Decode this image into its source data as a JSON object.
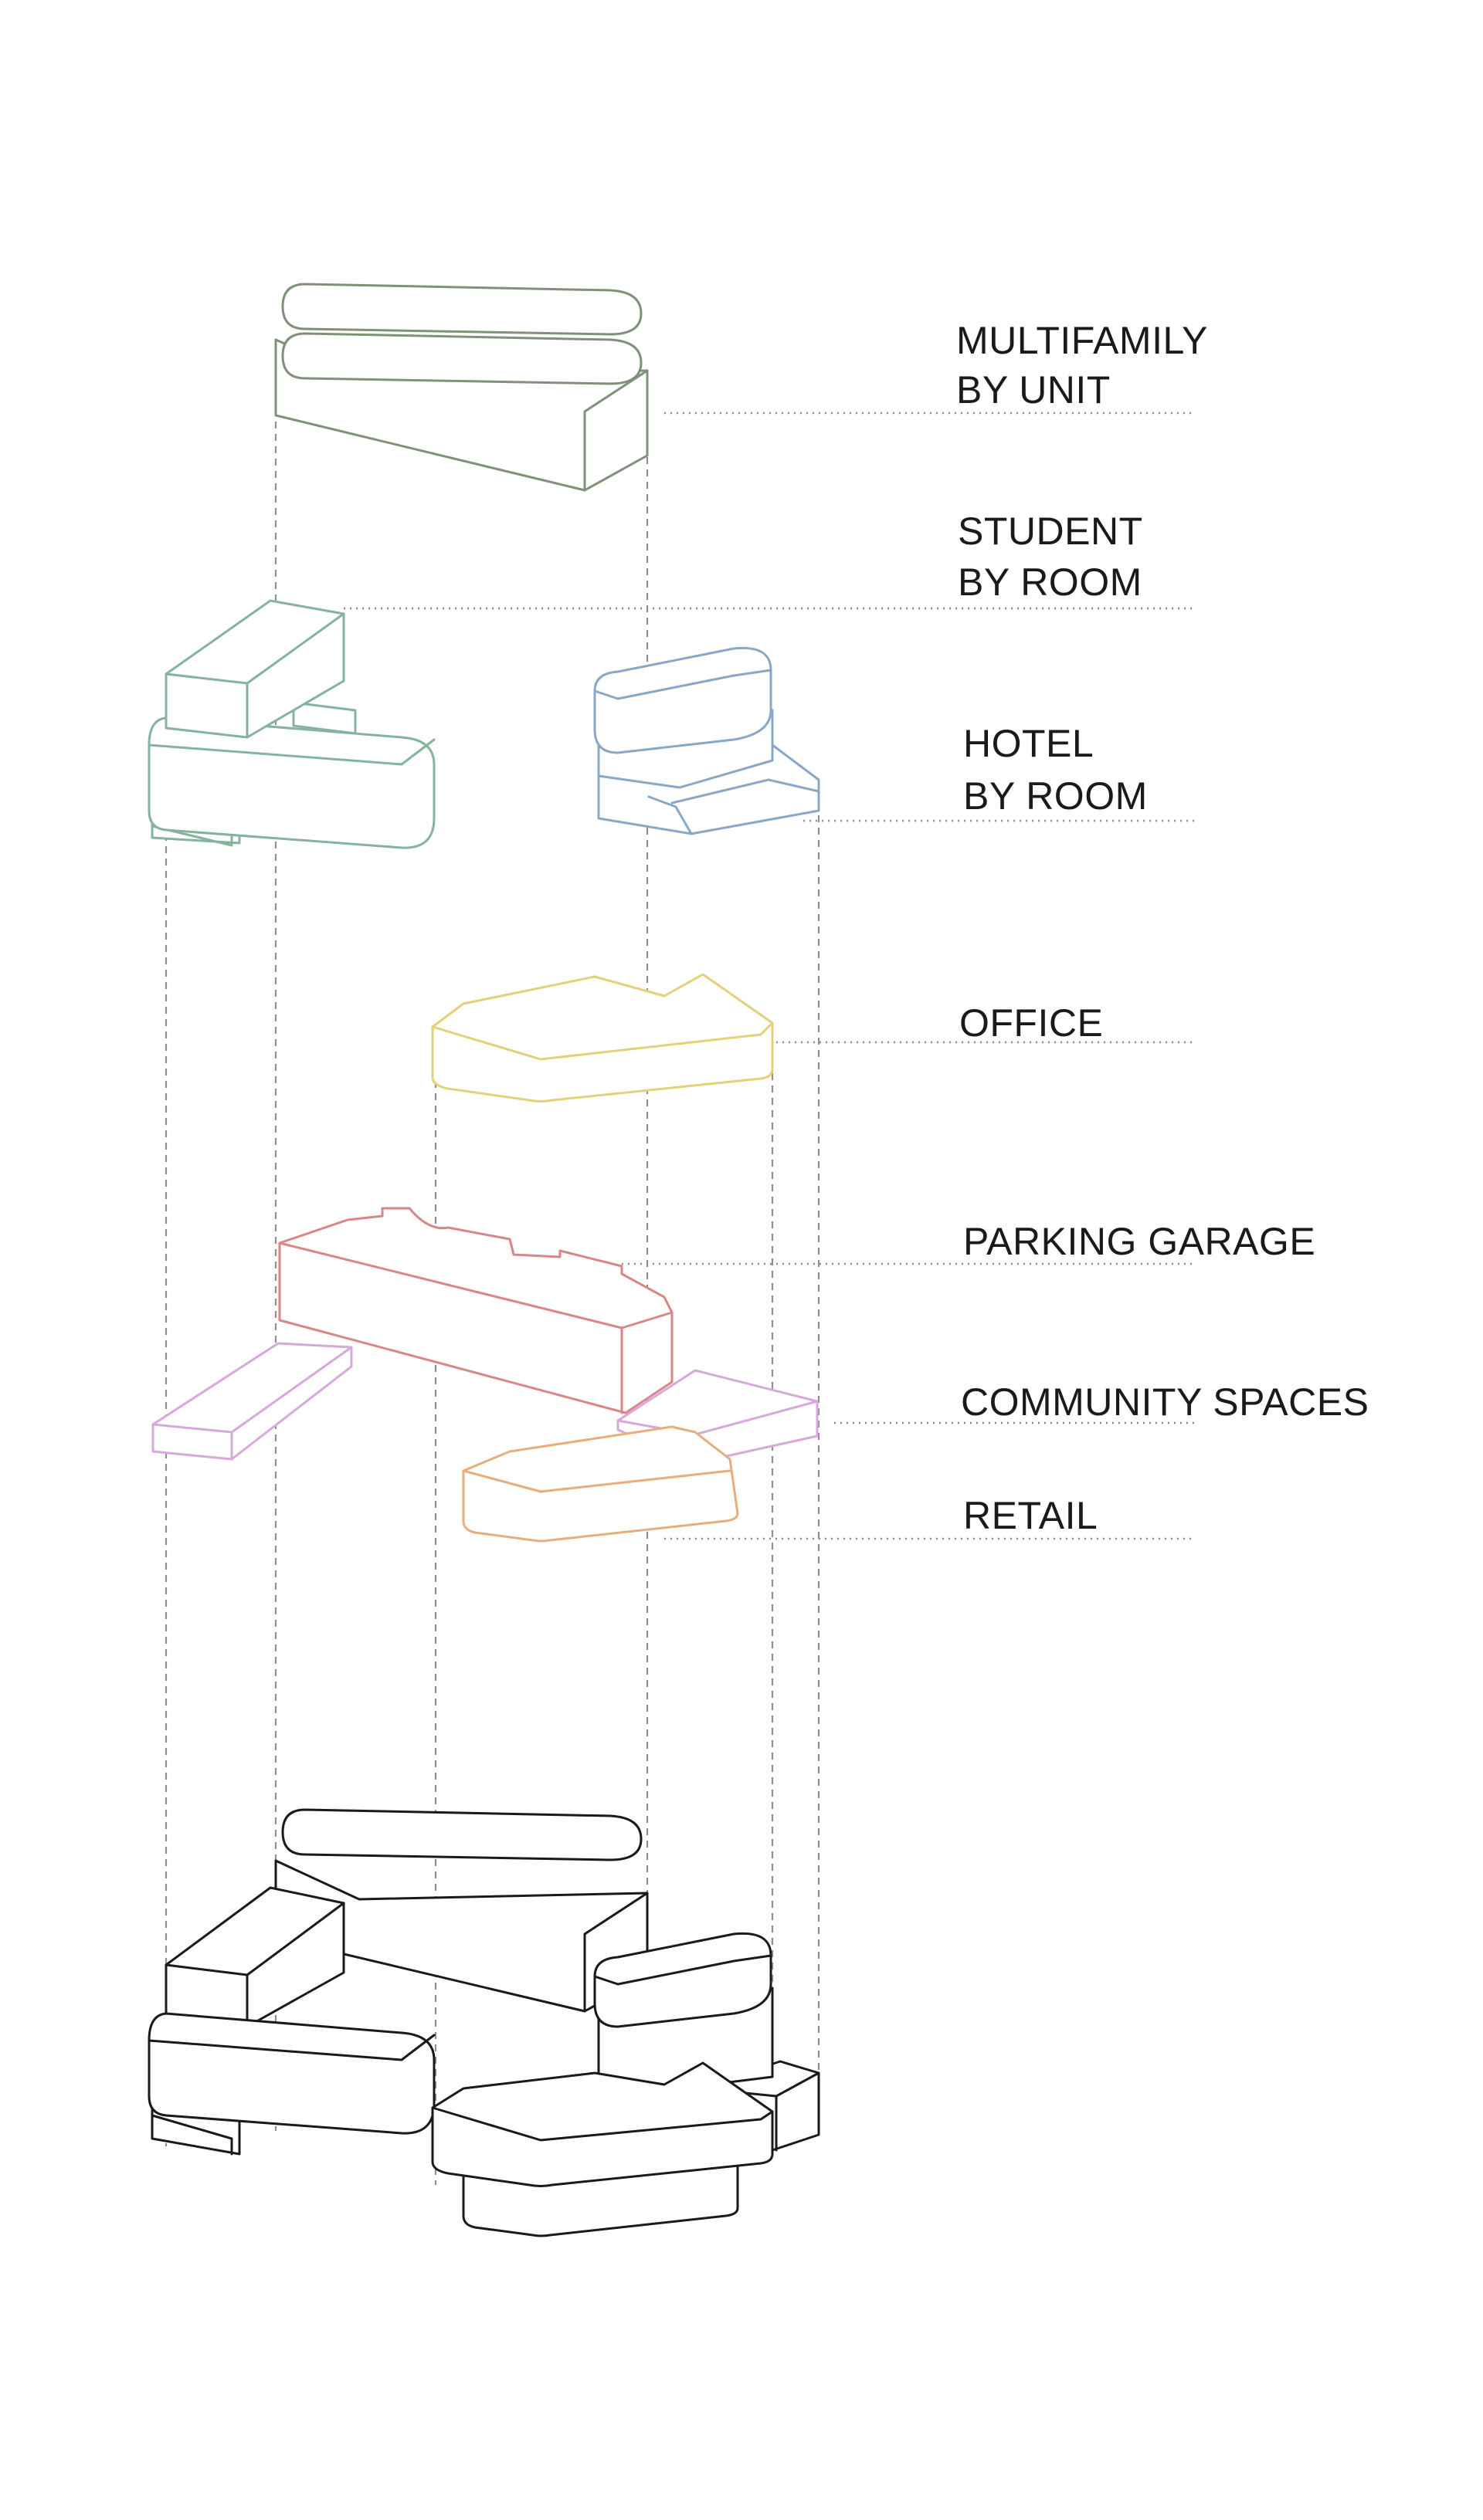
{
  "colors": {
    "multifamily": "#7f9179",
    "student": "#86b39c",
    "hotel": "#88a8c8",
    "office": "#e3d17a",
    "parking": "#d98686",
    "community": "#d7a8dc",
    "retail": "#e8ad7c",
    "composite": "#1a1a1a",
    "leader": "#8a8a8a"
  },
  "labels": {
    "multifamily": [
      "MULTIFAMILY",
      "BY UNIT"
    ],
    "student": [
      "STUDENT",
      "BY ROOM"
    ],
    "hotel": [
      "HOTEL",
      "BY ROOM"
    ],
    "office": [
      "OFFICE"
    ],
    "parking": [
      "PARKING GARAGE"
    ],
    "community": [
      "COMMUNITY SPACES"
    ],
    "retail": [
      "RETAIL"
    ]
  }
}
